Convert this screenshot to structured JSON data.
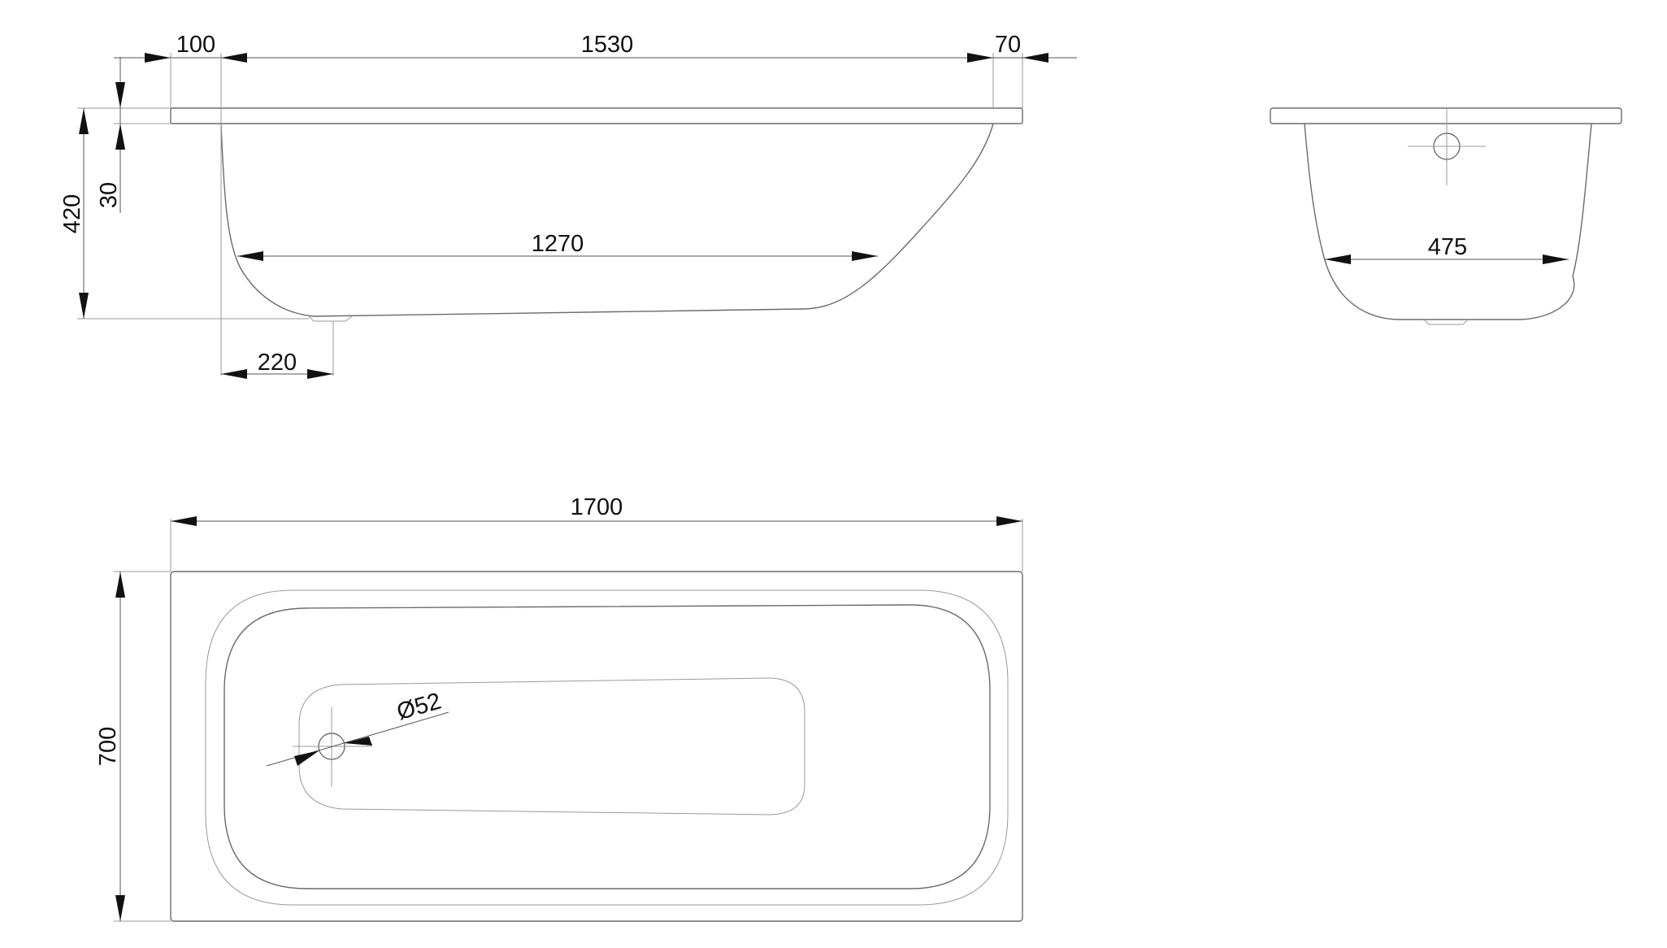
{
  "drawing": {
    "line_color": "#6b6b6b",
    "dimension_color": "#111111",
    "side_view": {
      "dim_rim_left": "100",
      "dim_top_length": "1530",
      "dim_rim_right": "70",
      "dim_height": "420",
      "dim_rim_thickness": "30",
      "dim_bottom_length": "1270",
      "dim_drain_offset": "220"
    },
    "end_view": {
      "dim_bottom_width": "475"
    },
    "top_view": {
      "dim_total_length": "1700",
      "dim_total_width": "700",
      "dim_drain_diameter": "Ø52"
    }
  }
}
